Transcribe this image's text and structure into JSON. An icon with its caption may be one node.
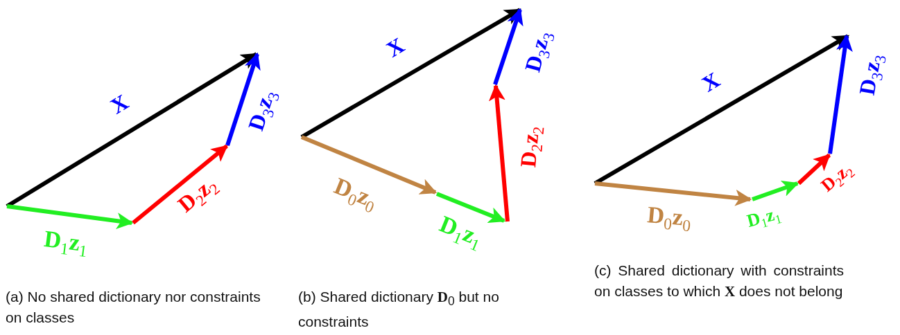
{
  "diagram": {
    "labels": [
      "X",
      "**D**$_{1}$**z**$_{1}$",
      "**D**$_{2}$**z**$_{2}$",
      "**D**$_{3}$**z**$_{3}$",
      "X",
      "**D**$_{0}$**z**$_{0}$",
      "**D**$_{1}$**z**$_{1}$",
      "**D**$_{2}$**z**$_{2}$",
      "**D**$_{3}$**z**$_{3}$",
      "X",
      "**D**$_{0}$**z**$_{0}$",
      "**D**$_{1}$**z**$_{1}$",
      "**D**$_{2}$**z**$_{2}$",
      "**D**$_{3}$**z**$_{3}$",
      "(a) No shared dictionary nor constraints on classes",
      "(b) Shared dictionary **D**$_{0}$ but no constraints",
      "(c) Shared dictionary with constraints on classes to which **X** does not belong"
    ]
  }
}
